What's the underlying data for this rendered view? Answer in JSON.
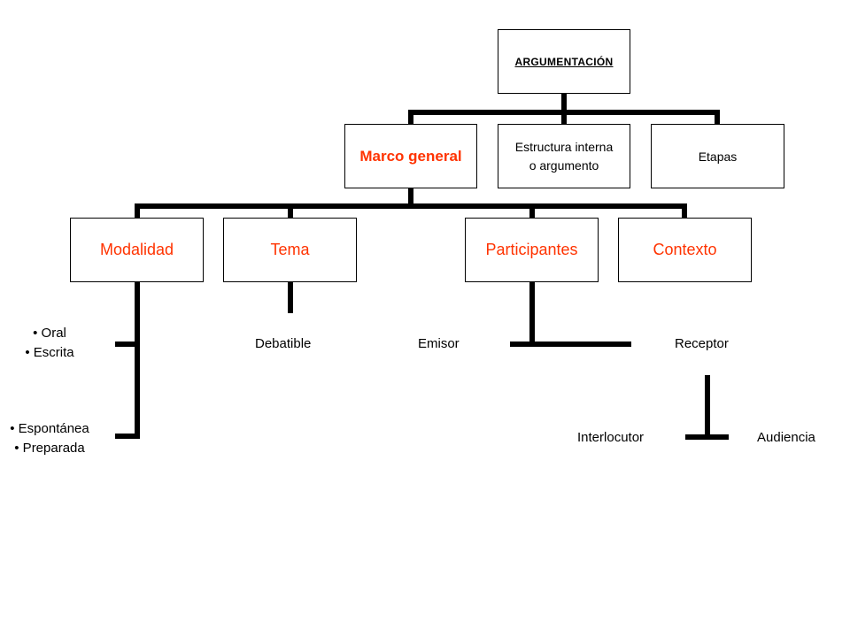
{
  "root": {
    "label": "ARGUMENTACIÓN"
  },
  "level1": {
    "marco": "Marco general",
    "estructura_line1": "Estructura interna",
    "estructura_line2": "o argumento",
    "etapas": "Etapas"
  },
  "level2": {
    "modalidad": "Modalidad",
    "tema": "Tema",
    "participantes": "Participantes",
    "contexto": "Contexto"
  },
  "modalidad_items": {
    "group1": [
      "• Oral",
      "• Escrita"
    ],
    "group2": [
      "• Espontánea",
      "• Preparada"
    ]
  },
  "tema_items": {
    "debatible": "Debatible"
  },
  "participantes_items": {
    "emisor": "Emisor",
    "receptor": "Receptor"
  },
  "receptor_items": {
    "interlocutor": "Interlocutor",
    "audiencia": "Audiencia"
  },
  "colors": {
    "accent": "#ff3300",
    "line": "#000000",
    "text": "#000000"
  }
}
